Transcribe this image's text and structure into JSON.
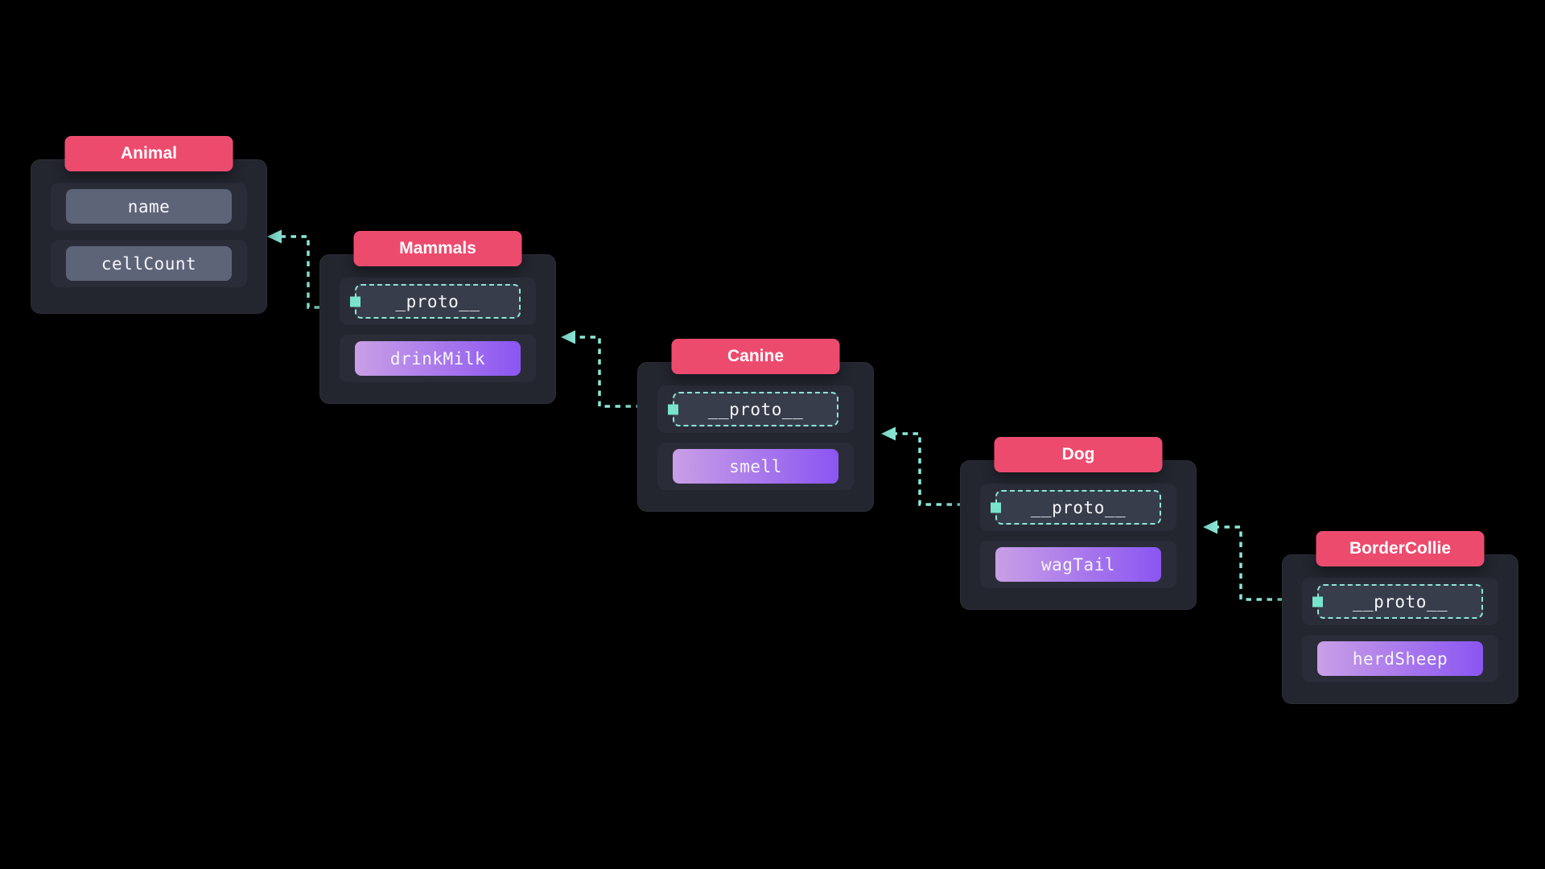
{
  "diagram": {
    "type": "prototype-chain",
    "cards": [
      {
        "title": "Animal",
        "rows": [
          {
            "label": "name",
            "kind": "field"
          },
          {
            "label": "cellCount",
            "kind": "field"
          }
        ]
      },
      {
        "title": "Mammals",
        "rows": [
          {
            "label": "_proto__",
            "kind": "proto"
          },
          {
            "label": "drinkMilk",
            "kind": "method"
          }
        ]
      },
      {
        "title": "Canine",
        "rows": [
          {
            "label": "__proto__",
            "kind": "proto"
          },
          {
            "label": "smell",
            "kind": "method"
          }
        ]
      },
      {
        "title": "Dog",
        "rows": [
          {
            "label": "__proto__",
            "kind": "proto"
          },
          {
            "label": "wagTail",
            "kind": "method"
          }
        ]
      },
      {
        "title": "BorderCollie",
        "rows": [
          {
            "label": "__proto__",
            "kind": "proto"
          },
          {
            "label": "herdSheep",
            "kind": "method"
          }
        ]
      }
    ],
    "links": [
      {
        "from": "Mammals",
        "from_row": "_proto__",
        "to": "Animal"
      },
      {
        "from": "Canine",
        "from_row": "__proto__",
        "to": "Mammals"
      },
      {
        "from": "Dog",
        "from_row": "__proto__",
        "to": "Canine"
      },
      {
        "from": "BorderCollie",
        "from_row": "__proto__",
        "to": "Dog"
      }
    ]
  },
  "colors": {
    "background": "#000000",
    "accent_pink": "#ed4b6e",
    "teal": "#8ae8d8",
    "teal_square": "#79e3cc",
    "card_bg": "#23262f",
    "section_bg": "#2a2d38",
    "field_pill_bg": "#5e6478",
    "proto_pill_bg": "#383d4b",
    "method_grad_start": "#c99fe6",
    "method_grad_end": "#8b55f2",
    "text": "#f5f6fa"
  }
}
